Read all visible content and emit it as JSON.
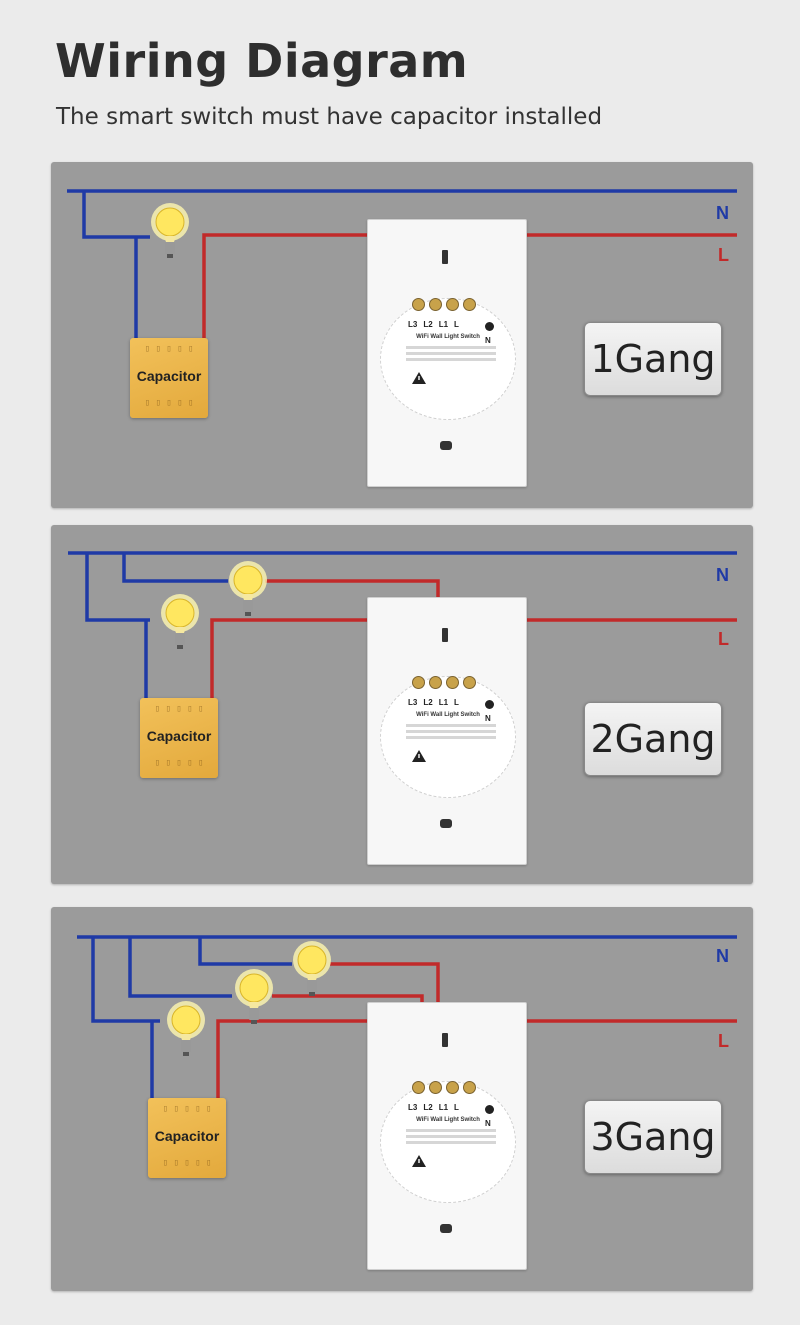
{
  "header": {
    "title": "Wiring Diagram",
    "subtitle": "The smart switch must have capacitor installed"
  },
  "labels": {
    "neutral": "N",
    "live": "L"
  },
  "capacitor": {
    "label": "Capacitor"
  },
  "switch": {
    "terminals": [
      "L3",
      "L2",
      "L1",
      "L"
    ],
    "neutral_terminal": "N",
    "model": "WiFi Wall Light Switch"
  },
  "panels": [
    {
      "gang": "1Gang",
      "bulbs": 1
    },
    {
      "gang": "2Gang",
      "bulbs": 2
    },
    {
      "gang": "3Gang",
      "bulbs": 3
    }
  ],
  "colors": {
    "neutral_wire": "#1f3aa6",
    "live_wire": "#c12a2a",
    "panel_bg": "#9b9b9b",
    "capacitor": "#eab24a"
  },
  "icons": [
    "light-bulb-icon",
    "capacitor-icon",
    "smart-switch-icon",
    "warning-icon"
  ]
}
